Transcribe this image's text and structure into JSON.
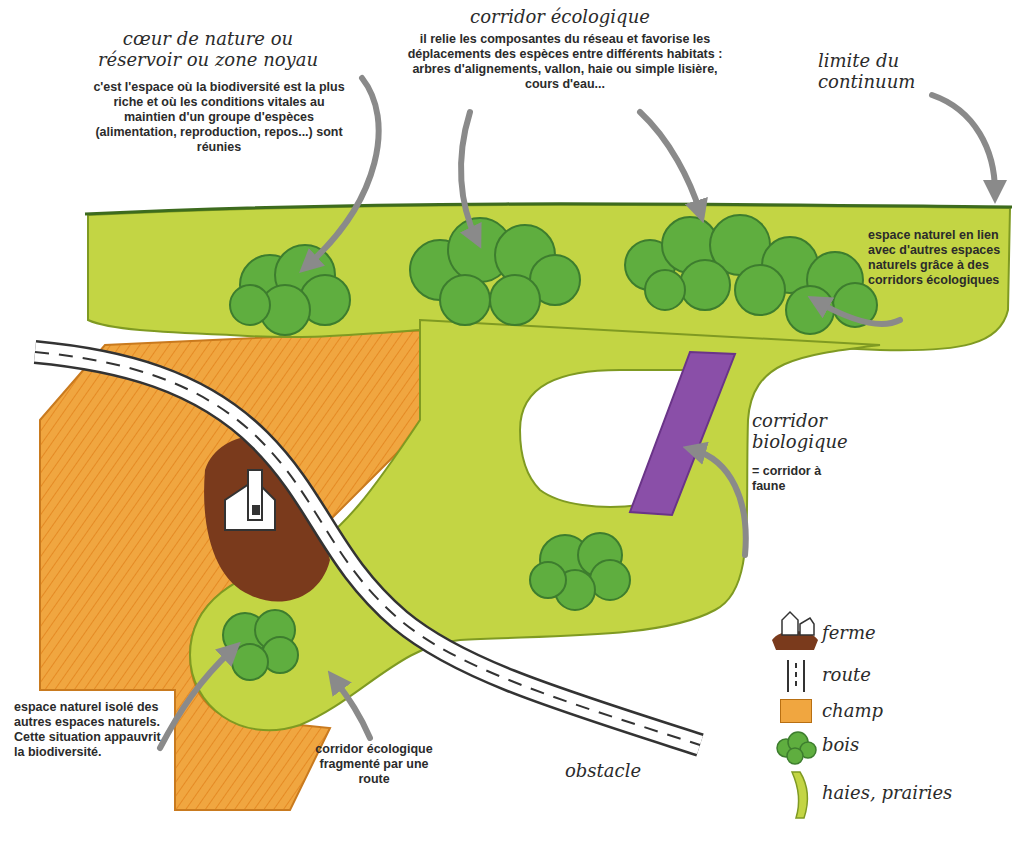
{
  "diagram": {
    "labels": [
      "cœur de nature ou réservoir ou zone noyau",
      "c'est l'espace où la biodiversité est la plus riche et où les conditions vitales au maintien d'un groupe d'espèces (alimentation, reproduction, repos...) sont réunies",
      "corridor écologique",
      "il relie les composantes du réseau et favorise les déplacements des espèces entre différents habitats : arbres d'alignements, vallon, haie ou simple lisière, cours d'eau...",
      "limite du continuum",
      "espace naturel en lien avec d'autres espaces naturels grâce à des corridors écologiques",
      "corridor biologique",
      "= corridor à faune",
      "obstacle",
      "espace naturel isolé des autres espaces naturels. Cette situation appauvrit la biodiversité.",
      "corridor écologique fragmenté par une route"
    ],
    "legend": [
      {
        "text": "ferme"
      },
      {
        "text": "route"
      },
      {
        "text": "champ",
        "color": "#f0a640"
      },
      {
        "text": "bois"
      },
      {
        "text": "haies, prairies"
      }
    ]
  }
}
